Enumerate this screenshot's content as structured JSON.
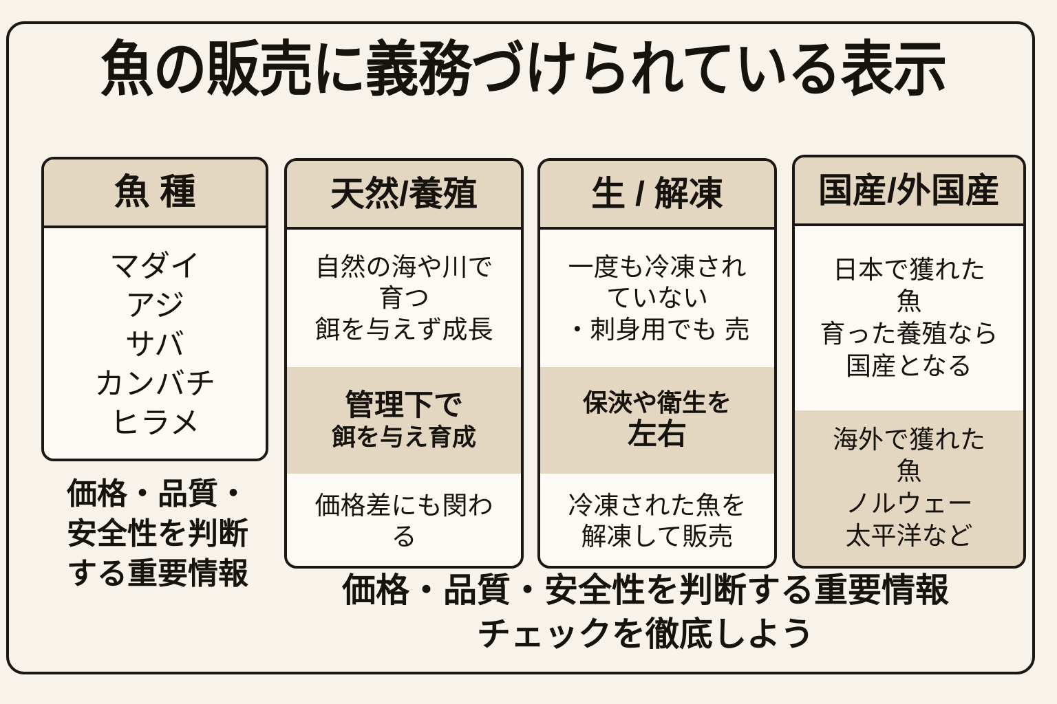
{
  "page": {
    "title": "魚の販売に義務づけられている表示",
    "background_color": "#f7f2ea",
    "border_color": "#1a1714",
    "header_color": "#e4d7c1",
    "body_color": "#fdfaf6",
    "text_color": "#16130f"
  },
  "cards": [
    {
      "id": "fish-species",
      "header": "魚 種",
      "sections": [
        {
          "shaded": false,
          "lines": [
            "マダイ",
            "アジ",
            "サバ",
            "カンバチ",
            "ヒラメ"
          ]
        }
      ]
    },
    {
      "id": "wild-farmed",
      "header": "天然/養殖",
      "sections": [
        {
          "shaded": false,
          "lines": [
            "自然の海や川で",
            "育つ",
            "餌を与えず成長"
          ]
        },
        {
          "shaded": true,
          "emphasis_line": "管理下で",
          "lines": [
            "餌を与え育成"
          ]
        },
        {
          "shaded": false,
          "lines": [
            "価格差にも閔わ",
            "る"
          ]
        }
      ]
    },
    {
      "id": "fresh-thawed",
      "header": "生 / 解凍",
      "sections": [
        {
          "shaded": false,
          "lines": [
            "一度も冷凍され",
            "ていない",
            "・刺身用でも 売"
          ]
        },
        {
          "shaded": true,
          "emphasis_line": "保浹や衛生を",
          "lines": [
            "左右"
          ]
        },
        {
          "shaded": false,
          "lines": [
            "冷凍された魚を",
            "解凍して販売"
          ]
        }
      ]
    },
    {
      "id": "domestic-foreign",
      "header": "国産/外国産",
      "sections": [
        {
          "shaded": false,
          "lines": [
            "日本で獲れた",
            "魚",
            "育った養殖なら",
            "国産となる"
          ]
        },
        {
          "shaded": true,
          "lines": [
            "海外で獲れた",
            "魚",
            "ノルウェー",
            "太平洋など"
          ]
        }
      ]
    }
  ],
  "caption_left": {
    "lines": [
      "価格・品質・",
      "安全性を判断",
      "する重要情報"
    ]
  },
  "caption_bottom": {
    "lines": [
      "価格・品質・安全性を判断する重要情報",
      "チェックを徹底しよう"
    ]
  }
}
